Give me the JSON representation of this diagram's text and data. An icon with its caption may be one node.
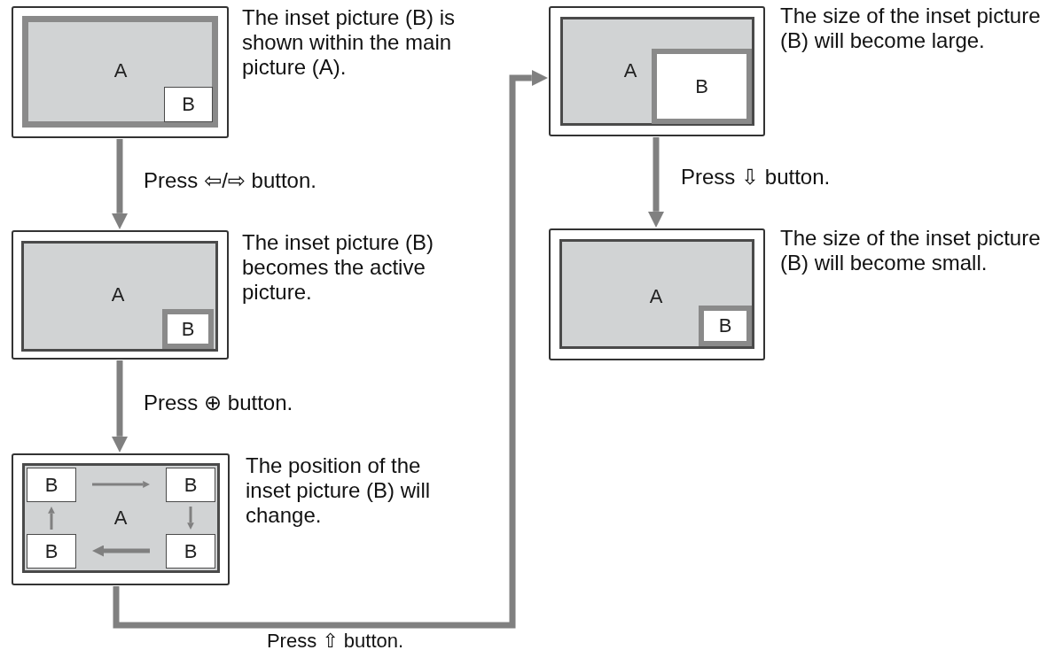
{
  "diagram": {
    "nodes": [
      {
        "text": [],
        "shape": "box",
        "beside": [
          "The inset picture (B) is shown within the main picture (A)."
        ]
      },
      {
        "text": [
          "A"
        ],
        "in": 0
      },
      {
        "text": [
          "B"
        ],
        "in": 1
      },
      {
        "text": [],
        "shape": "box",
        "beside": [
          "The inset picture (B) becomes the active picture."
        ]
      },
      {
        "text": [
          "A"
        ],
        "in": 3
      },
      {
        "text": [
          "B"
        ],
        "in": 4
      },
      {
        "text": [],
        "shape": "box",
        "beside": [
          "The position of the inset picture (B) will change."
        ]
      },
      {
        "text": [
          "A"
        ],
        "in": 6
      },
      {
        "text": [
          "B"
        ],
        "in": 7
      },
      {
        "text": [
          "B"
        ],
        "in": 7
      },
      {
        "text": [
          "B"
        ],
        "in": 7
      },
      {
        "text": [
          "B"
        ],
        "in": 7
      },
      {
        "text": [],
        "shape": "box",
        "beside": [
          "The size of the inset picture (B) will become large."
        ]
      },
      {
        "text": [
          "A"
        ],
        "in": 12
      },
      {
        "text": [
          "B"
        ],
        "in": 13
      },
      {
        "text": [],
        "shape": "box",
        "beside": [
          "The size of the inset picture (B) will become small."
        ]
      },
      {
        "text": [
          "A"
        ],
        "in": 15
      },
      {
        "text": [
          "B"
        ],
        "in": 16
      }
    ],
    "edges": [
      {
        "from": 0,
        "to": 3,
        "arrow": "to",
        "label": "Press ⇦/⇨ button."
      },
      {
        "from": 3,
        "to": 6,
        "arrow": "to",
        "label": "Press ⊕ button."
      },
      {
        "from": 6,
        "to": 12,
        "arrow": "to",
        "label": "Press ⇧ button."
      },
      {
        "from": 12,
        "to": 15,
        "arrow": "to",
        "label": "Press ⇩ button."
      },
      {
        "from": 8,
        "to": 9,
        "arrow": "to"
      },
      {
        "from": 9,
        "to": 11,
        "arrow": "to"
      },
      {
        "from": 11,
        "to": 10,
        "arrow": "to"
      },
      {
        "from": 10,
        "to": 8,
        "arrow": "to"
      }
    ]
  }
}
